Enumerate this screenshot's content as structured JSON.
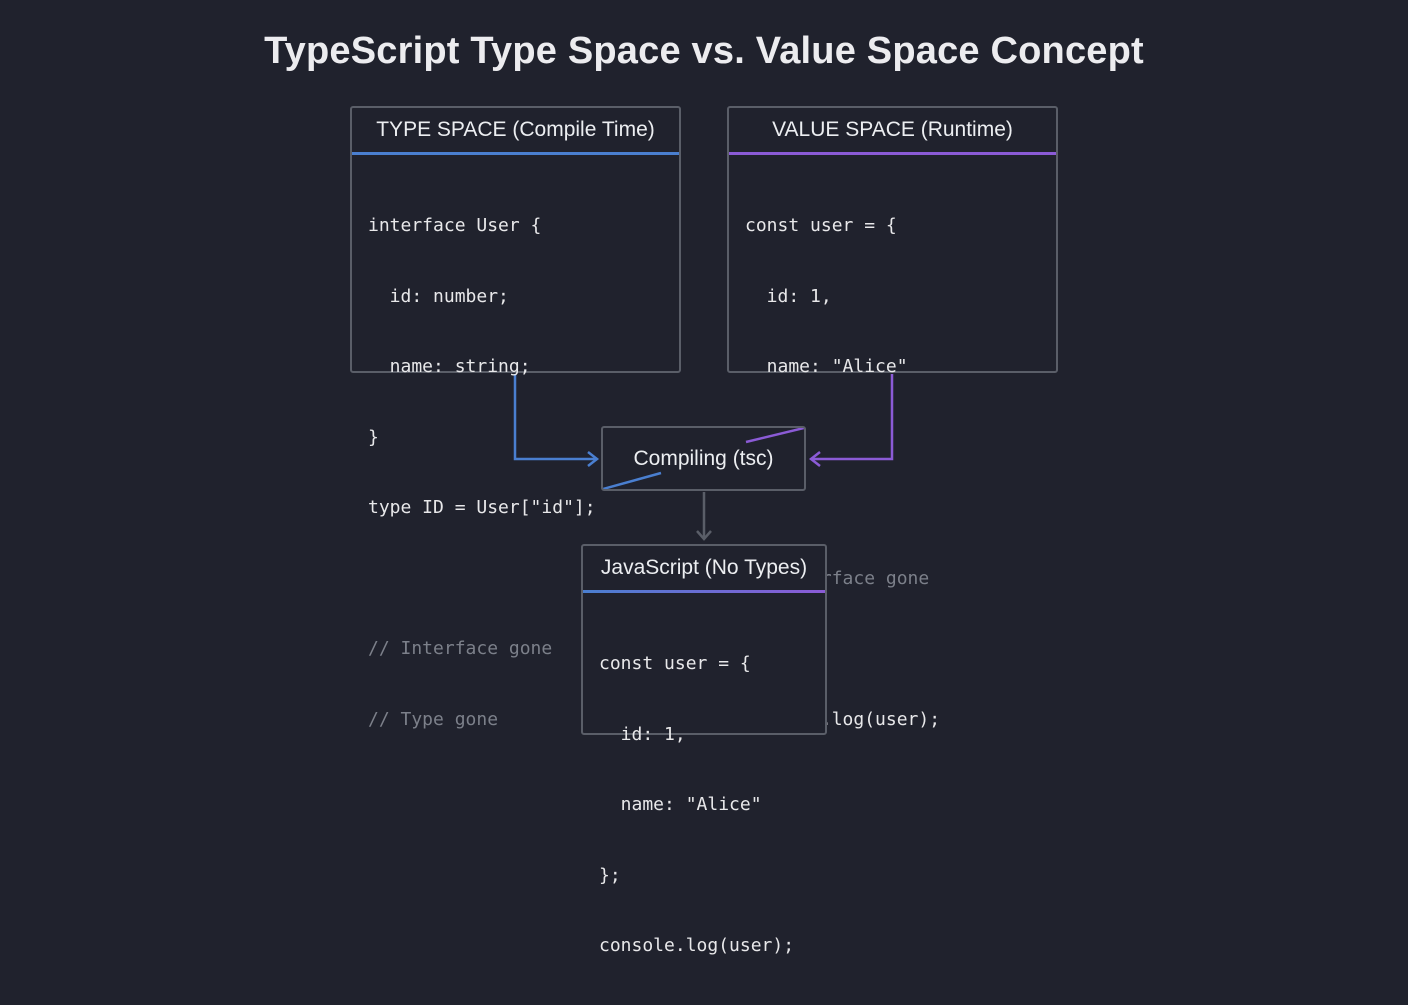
{
  "title": "TypeScript Type Space vs. Value Space Concept",
  "type_space": {
    "header": "TYPE SPACE (Compile Time)",
    "code": [
      "interface User {",
      "  id: number;",
      "  name: string;",
      "}",
      "type ID = User[\"id\"];",
      "",
      "// Interface gone",
      "// Type gone"
    ]
  },
  "value_space": {
    "header": "VALUE SPACE (Runtime)",
    "code": [
      "const user = {",
      "  id: 1,",
      "  name: \"Alice\"",
      "};",
      "",
      "// Interface gone",
      "",
      "console.log(user);"
    ]
  },
  "compiler": {
    "label": "Compiling (tsc)"
  },
  "javascript": {
    "header": "JavaScript (No Types)",
    "code": [
      "const user = {",
      "  id: 1,",
      "  name: \"Alice\"",
      "};",
      "console.log(user);"
    ]
  },
  "colors": {
    "type_accent": "#4a7fd0",
    "value_accent": "#8b5bd6",
    "border": "#5a5e68",
    "background": "#20222d",
    "comment": "#7c808a"
  }
}
